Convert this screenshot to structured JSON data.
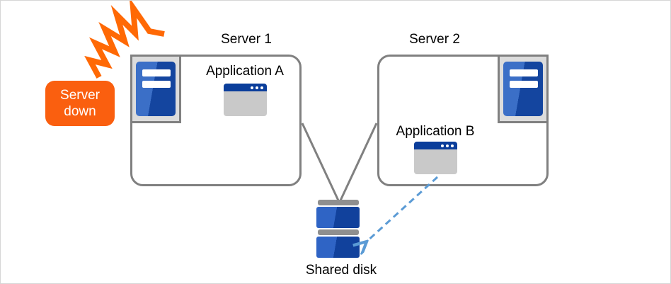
{
  "callout": {
    "line1": "Server",
    "line2": "down"
  },
  "server1": {
    "label": "Server 1",
    "application": "Application A"
  },
  "server2": {
    "label": "Server 2",
    "application": "Application B"
  },
  "storage": {
    "label": "Shared disk"
  },
  "icons": {
    "server_tower": "server-tower-icon",
    "application_window": "app-window-icon",
    "shared_disk": "disk-stack-icon",
    "failure_bolt": "failure-bolt-icon",
    "access_arrow": "dashed-access-arrow"
  },
  "colors": {
    "accent_orange": "#fa5f0f",
    "bolt_orange": "#ff6905",
    "server_blue_dark": "#14459f",
    "server_blue_light": "#3b6fc7",
    "titlebar_blue": "#0b3e9b",
    "window_body_gray": "#c9c9c9",
    "border_gray": "#808080",
    "disk_bar_gray": "#8f8f8f",
    "arrow_blue": "#5b9bd5"
  }
}
